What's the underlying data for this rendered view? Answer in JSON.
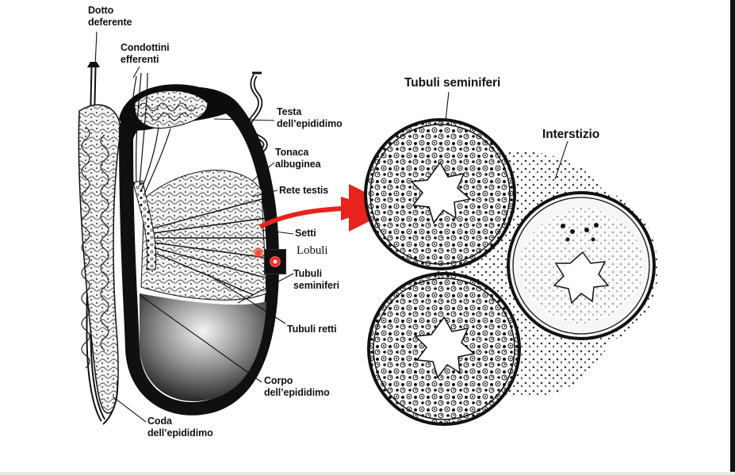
{
  "labels": {
    "dotto_deferente": [
      "Dotto",
      "deferente"
    ],
    "condottini_efferenti": [
      "Condottini",
      "efferenti"
    ],
    "testa_epididimo": [
      "Testa",
      "dell’epididimo"
    ],
    "tonaca_albuginea": [
      "Tonaca",
      "albuginea"
    ],
    "rete_testis": "Rete testis",
    "setti": "Setti",
    "lobuli": "Lobuli",
    "tubuli_seminiferi_left": [
      "Tubuli",
      "seminiferi"
    ],
    "tubuli_retti": "Tubuli retti",
    "corpo_epididimo": [
      "Corpo",
      "dell’epididimo"
    ],
    "coda_epididimo": [
      "Coda",
      "dell’epididimo"
    ],
    "tubuli_seminiferi_right": "Tubuli seminiferi",
    "interstizio": "Interstizio"
  },
  "colors": {
    "arrow": "#e8231c",
    "pointer": "#ff2020",
    "ink": "#111111"
  },
  "icons": {
    "pointer": "laser-pointer-icon",
    "arrow": "red-arrow-icon"
  }
}
